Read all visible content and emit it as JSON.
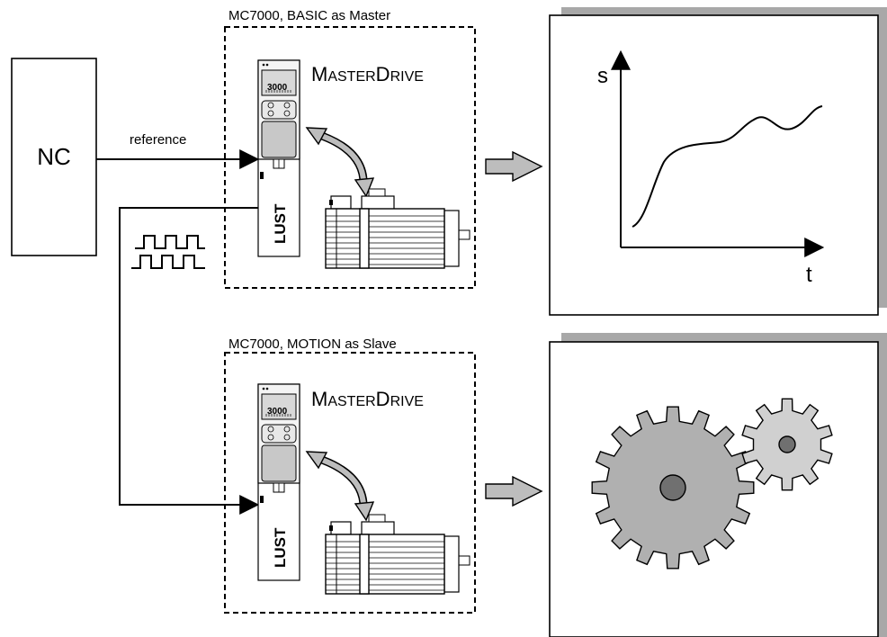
{
  "nc": {
    "label": "NC"
  },
  "reference_label": "reference",
  "master": {
    "caption": "MC7000, BASIC as Master",
    "brand_first": "M",
    "brand_rest": "ASTER",
    "brand_first2": "D",
    "brand_rest2": "RIVE",
    "display_value": "3000",
    "logo": "LUST"
  },
  "slave": {
    "caption": "MC7000, MOTION as Slave",
    "brand_first": "M",
    "brand_rest": "ASTER",
    "brand_first2": "D",
    "brand_rest2": "RIVE",
    "display_value": "3000",
    "logo": "LUST"
  },
  "graph": {
    "y_label": "s",
    "x_label": "t"
  },
  "icons": [
    "encoder-pulse-icon",
    "arrow-right-icon",
    "gear-icon",
    "motor-icon",
    "double-arrow-icon"
  ]
}
